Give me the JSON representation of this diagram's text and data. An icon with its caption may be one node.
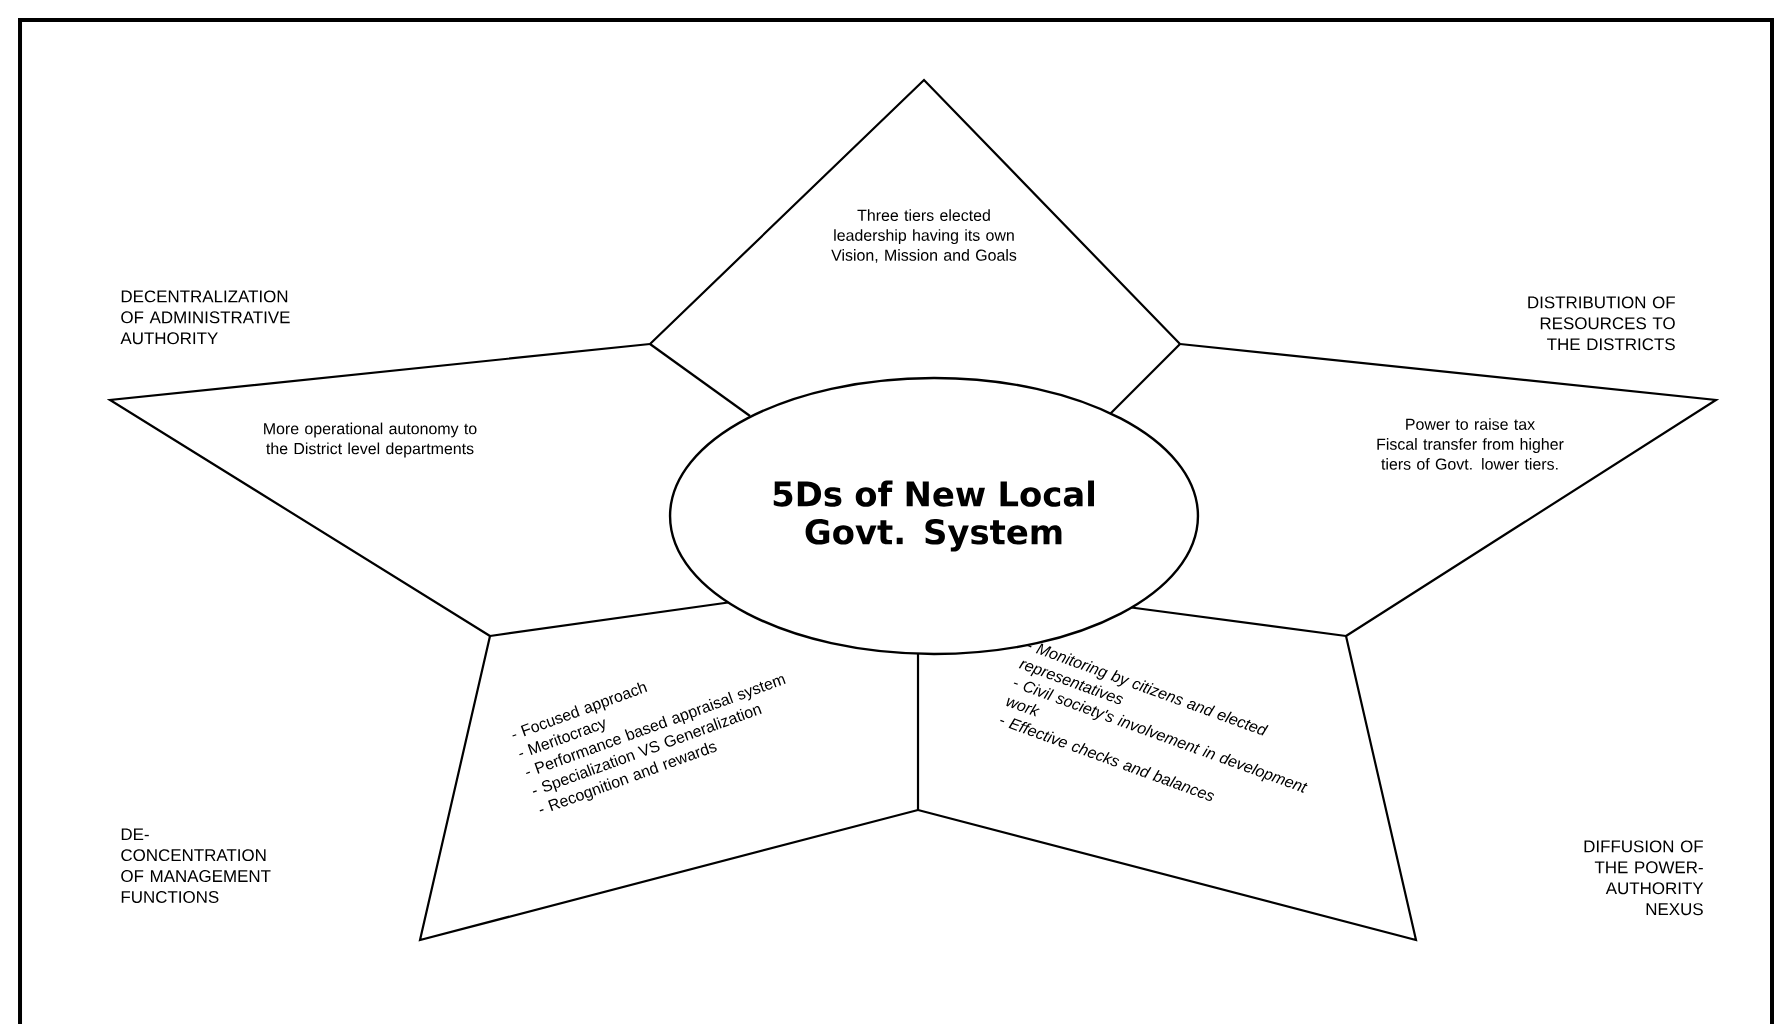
{
  "diagram": {
    "nodes": [
      {
        "text": [
          "5Ds of New Local Govt. System"
        ]
      },
      {
        "text": [
          "Three tiers elected leadership having its own Vision, Mission and Goals"
        ]
      },
      {
        "text": [
          "DECENTRALIZATION OF ADMINISTRATIVE AUTHORITY",
          "More operational autonomy to the District level departments"
        ]
      },
      {
        "text": [
          "DISTRIBUTION OF RESOURCES TO THE DISTRICTS",
          "Power to raise tax",
          "Fiscal transfer from higher tiers of Govt. lower tiers."
        ]
      },
      {
        "text": [
          "DE- CONCENTRATION OF MANAGEMENT FUNCTIONS",
          "- Focused approach",
          "- Meritocracy",
          "- Performance based appraisal system",
          "- Specialization VS Generalization",
          "- Recognition and rewards"
        ]
      },
      {
        "text": [
          "DIFFUSION OF THE POWER- AUTHORITY NEXUS",
          "- Monitoring by citizens and elected representatives",
          "- Civil society's involvement in development work",
          "- Effective checks and balances"
        ]
      }
    ]
  }
}
